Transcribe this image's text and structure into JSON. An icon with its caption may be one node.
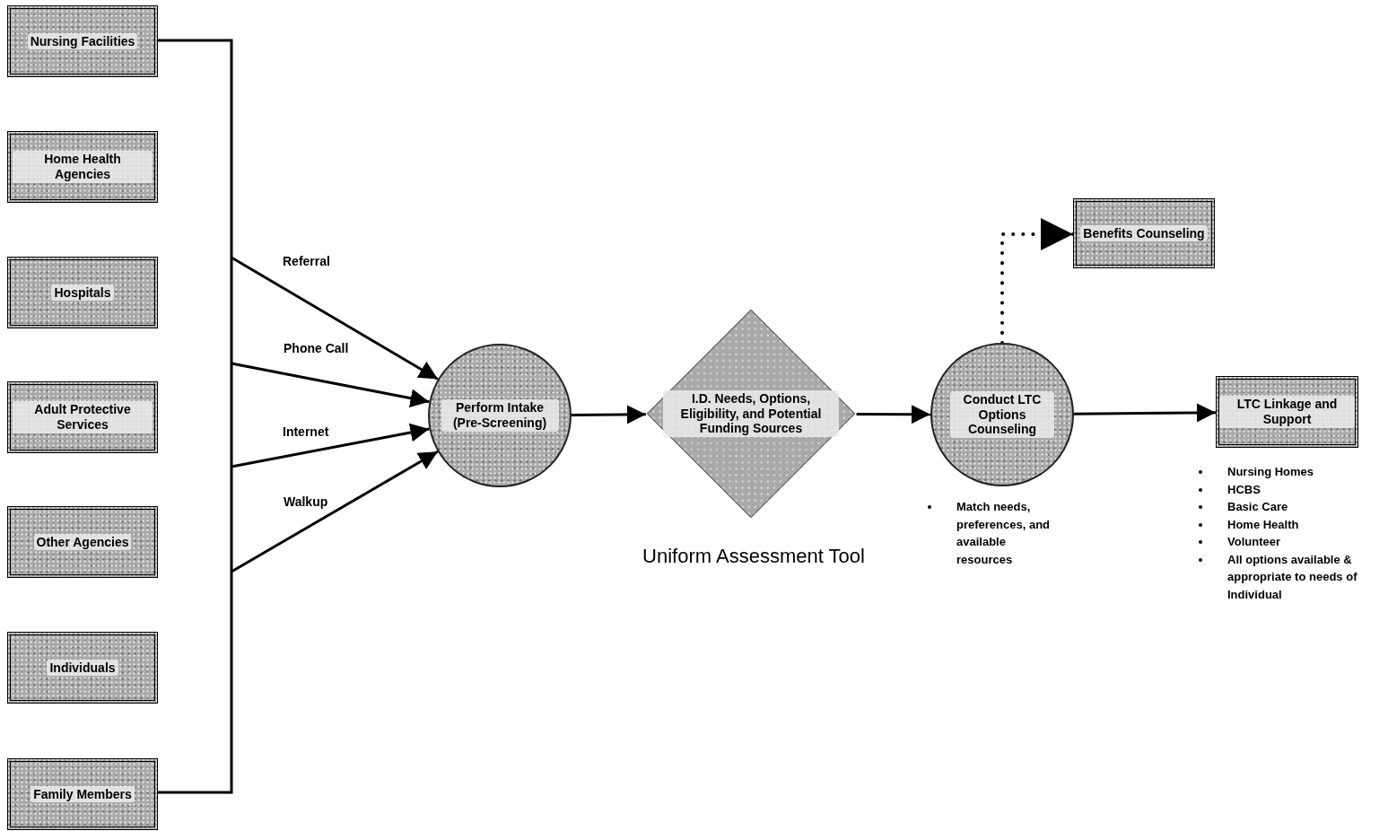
{
  "diagram": {
    "nodes": [
      {
        "text": [
          "Nursing Facilities"
        ]
      },
      {
        "text": [
          "Home Health Agencies"
        ]
      },
      {
        "text": [
          "Hospitals"
        ]
      },
      {
        "text": [
          "Adult Protective Services"
        ]
      },
      {
        "text": [
          "Other Agencies"
        ]
      },
      {
        "text": [
          "Individuals"
        ]
      },
      {
        "text": [
          "Family Members"
        ]
      },
      {
        "text": [
          "Perform Intake (Pre-Screening)"
        ]
      },
      {
        "text": [
          "I.D. Needs, Options, Eligibility, and Potential Funding Sources"
        ],
        "beside": [
          "Uniform Assessment Tool"
        ]
      },
      {
        "text": [
          "Conduct LTC Options Counseling"
        ],
        "beside": [
          "Match needs, preferences, and available resources"
        ]
      },
      {
        "text": [
          "Benefits Counseling"
        ]
      },
      {
        "text": [
          "LTC Linkage and Support"
        ],
        "beside": [
          "Nursing Homes",
          "HCBS",
          "Basic Care",
          "Home Health",
          "Volunteer",
          "All options available & appropriate to needs of Individual"
        ]
      }
    ],
    "edges": [
      {
        "from": null,
        "to": 7,
        "arrow": "to",
        "label": "Referral"
      },
      {
        "from": null,
        "to": 7,
        "arrow": "to",
        "label": "Phone Call"
      },
      {
        "from": null,
        "to": 7,
        "arrow": "to",
        "label": "Internet"
      },
      {
        "from": null,
        "to": 7,
        "arrow": "to",
        "label": "Walkup"
      },
      {
        "from": 0,
        "to": null,
        "arrow": "none"
      },
      {
        "from": 6,
        "to": null,
        "arrow": "none"
      },
      {
        "from": 7,
        "to": 8,
        "arrow": "to"
      },
      {
        "from": 8,
        "to": 9,
        "arrow": "to"
      },
      {
        "from": 9,
        "to": 10,
        "arrow": "to",
        "style": "dashed"
      },
      {
        "from": 9,
        "to": 11,
        "arrow": "to"
      }
    ]
  }
}
